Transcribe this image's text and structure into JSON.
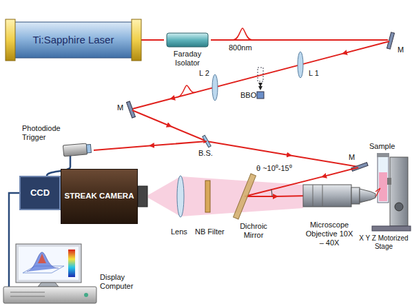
{
  "diagram": {
    "nodes": [
      {
        "text": [
          "Ti:Sapphire Laser"
        ]
      },
      {
        "text": [
          "Faraday Isolator"
        ]
      },
      {
        "text": [
          "Photodiode Trigger"
        ]
      },
      {
        "text": [
          "CCD"
        ]
      },
      {
        "text": [
          "STREAK CAMERA"
        ]
      },
      {
        "text": [
          "Microscope Objective 10X – 40X"
        ]
      },
      {
        "text": [
          "Display Computer"
        ]
      }
    ],
    "edges": [
      {
        "from": 0,
        "to": 1,
        "arrow": "none"
      },
      {
        "from": 2,
        "to": 3,
        "arrow": "none"
      },
      {
        "from": 6,
        "to": 3,
        "arrow": "none"
      }
    ],
    "labels": [
      "800nm",
      "M",
      "L 1",
      "BBO",
      "L 2",
      "M",
      "M",
      "B.S.",
      "θ ~10⁰-15⁰",
      "Lens",
      "NB Filter",
      "Dichroic Mirror",
      "Sample",
      "X Y Z Motorized Stage"
    ]
  }
}
